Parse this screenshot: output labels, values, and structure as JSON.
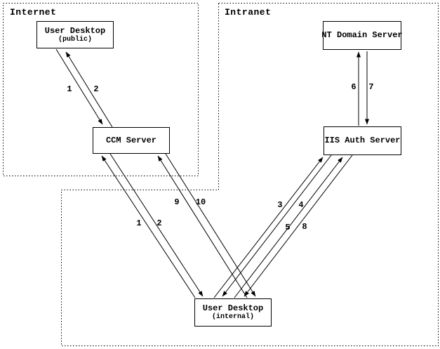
{
  "diagram": {
    "zones": [
      {
        "id": "internet",
        "label": "Internet"
      },
      {
        "id": "intranet",
        "label": "Intranet"
      }
    ],
    "nodes": [
      {
        "id": "user-desktop-public",
        "title": "User Desktop",
        "subtitle": "(public)",
        "zone": "internet"
      },
      {
        "id": "ccm-server",
        "title": "CCM Server",
        "subtitle": "",
        "zone": "internet"
      },
      {
        "id": "nt-domain-server",
        "title": "NT Domain Server",
        "subtitle": "",
        "zone": "intranet"
      },
      {
        "id": "iis-auth-server",
        "title": "IIS Auth Server",
        "subtitle": "",
        "zone": "intranet"
      },
      {
        "id": "user-desktop-internal",
        "title": "User Desktop",
        "subtitle": "(internal)",
        "zone": "intranet"
      }
    ],
    "connections": [
      {
        "label": "1",
        "from": "user-desktop-public",
        "to": "ccm-server"
      },
      {
        "label": "2",
        "from": "ccm-server",
        "to": "user-desktop-public"
      },
      {
        "label": "1",
        "from": "user-desktop-internal",
        "to": "ccm-server"
      },
      {
        "label": "2",
        "from": "ccm-server",
        "to": "user-desktop-internal"
      },
      {
        "label": "9",
        "from": "user-desktop-internal",
        "to": "ccm-server"
      },
      {
        "label": "10",
        "from": "ccm-server",
        "to": "user-desktop-internal"
      },
      {
        "label": "3",
        "from": "user-desktop-internal",
        "to": "iis-auth-server"
      },
      {
        "label": "4",
        "from": "iis-auth-server",
        "to": "user-desktop-internal"
      },
      {
        "label": "5",
        "from": "user-desktop-internal",
        "to": "iis-auth-server"
      },
      {
        "label": "8",
        "from": "iis-auth-server",
        "to": "user-desktop-internal"
      },
      {
        "label": "6",
        "from": "iis-auth-server",
        "to": "nt-domain-server"
      },
      {
        "label": "7",
        "from": "nt-domain-server",
        "to": "iis-auth-server"
      }
    ],
    "colors": {
      "ink": "#000000",
      "background": "#ffffff"
    }
  }
}
